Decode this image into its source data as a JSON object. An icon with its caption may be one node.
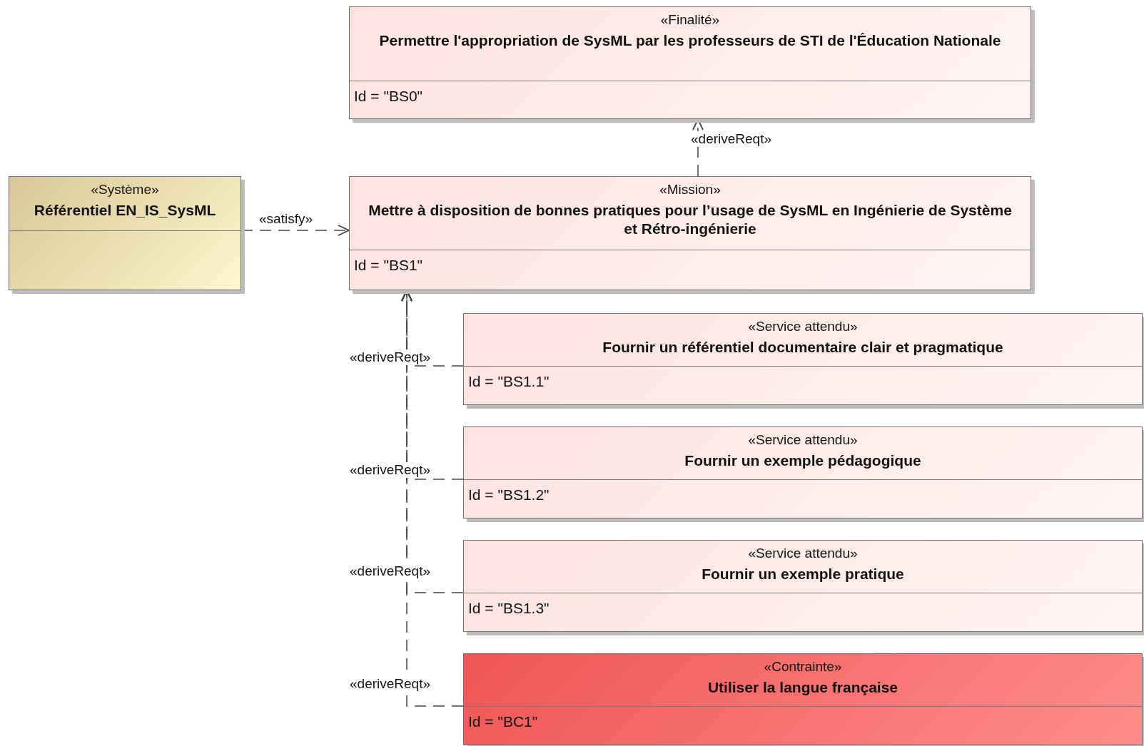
{
  "diagram": {
    "nodes": [
      {
        "text": [
          "«Finalité»",
          "Permettre l'appropriation de SysML par les professeurs de STI de l'Éducation Nationale",
          "Id = \"BS0\""
        ]
      },
      {
        "text": [
          "«Système»",
          "Référentiel EN_IS_SysML"
        ]
      },
      {
        "text": [
          "«Mission»",
          "Mettre à disposition de bonnes pratiques pour l’usage de SysML en Ingénierie de Système et Rétro-ingénierie",
          "Id = \"BS1\""
        ]
      },
      {
        "text": [
          "«Service attendu»",
          "Fournir un référentiel documentaire clair et pragmatique",
          "Id = \"BS1.1\""
        ]
      },
      {
        "text": [
          "«Service attendu»",
          "Fournir un exemple pédagogique",
          "Id = \"BS1.2\""
        ]
      },
      {
        "text": [
          "«Service attendu»",
          "Fournir un exemple pratique",
          "Id = \"BS1.3\""
        ]
      },
      {
        "text": [
          "«Contrainte»",
          "Utiliser la langue française",
          "Id = \"BC1\""
        ]
      }
    ],
    "edges": [
      {
        "from": 1,
        "to": 2,
        "arrow": "to",
        "label": "«satisfy»",
        "style": "dashed"
      },
      {
        "from": 2,
        "to": 0,
        "arrow": "to",
        "label": "«deriveReqt»",
        "style": "dashed"
      },
      {
        "from": 3,
        "to": 2,
        "arrow": "to",
        "label": "«deriveReqt»",
        "style": "dashed"
      },
      {
        "from": 4,
        "to": 2,
        "arrow": "to",
        "label": "«deriveReqt»",
        "style": "dashed"
      },
      {
        "from": 5,
        "to": 2,
        "arrow": "to",
        "label": "«deriveReqt»",
        "style": "dashed"
      },
      {
        "from": 6,
        "to": 2,
        "arrow": "to",
        "label": "«deriveReqt»",
        "style": "dashed"
      }
    ]
  }
}
